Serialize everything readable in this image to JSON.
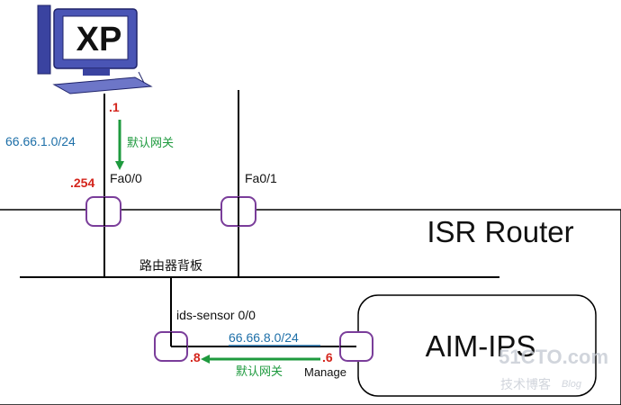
{
  "pc": {
    "label": "XP",
    "host_ip": ".1"
  },
  "network_top": "66.66.1.0/24",
  "gateway_top": "默认网关",
  "router": {
    "name": "ISR Router",
    "backplane": "路由器背板",
    "fa00": {
      "label": "Fa0/0",
      "ip": ".254"
    },
    "fa01": {
      "label": "Fa0/1"
    }
  },
  "module": {
    "name": "AIM-IPS",
    "sensor_port": "ids-sensor 0/0",
    "network": "66.66.8.0/24",
    "sensor_ip": ".8",
    "manage_ip": ".6",
    "manage_label": "Manage",
    "gateway": "默认网关"
  },
  "watermark": {
    "line1": "51CTO.com",
    "line2": "技术博客",
    "line3": "Blog"
  },
  "colors": {
    "network_text": "#1d6fa8",
    "ip_text": "#d4251c",
    "gateway_arrow": "#1e9a3e",
    "port_box": "#7a3d9a",
    "monitor": "#4a55b5"
  }
}
